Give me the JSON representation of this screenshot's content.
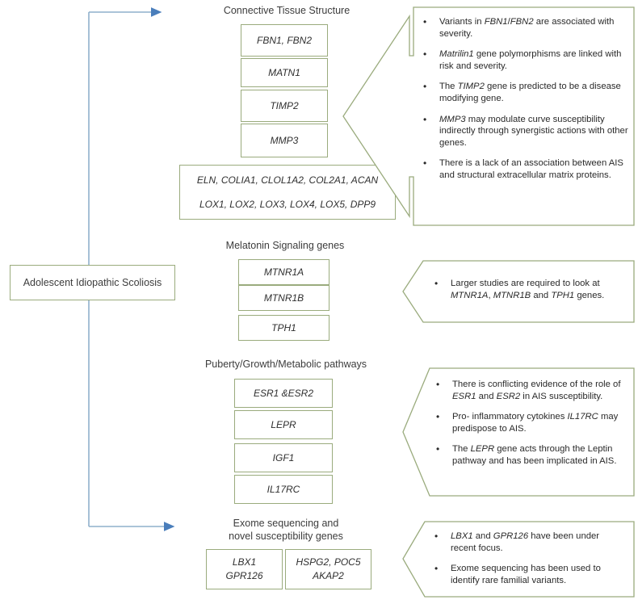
{
  "diagram": {
    "title": "Adolescent Idiopathic Scoliosis gene categories",
    "root_label": "Adolescent Idiopathic Scoliosis",
    "accent_border": "#9aab7d",
    "connector_color": "#8fb0cc",
    "arrow_color": "#4a7ebb",
    "background": "#ffffff"
  },
  "sections": [
    {
      "id": "connective-tissue",
      "heading": "Connective Tissue Structure",
      "heading_lines": [
        "Connective Tissue Structure"
      ],
      "genes": [
        {
          "lines": [
            "FBN1, FBN2"
          ]
        },
        {
          "lines": [
            "MATN1"
          ]
        },
        {
          "lines": [
            "TIMP2"
          ]
        },
        {
          "lines": [
            "MMP3"
          ]
        }
      ],
      "wide_box": {
        "lines": [
          "ELN, COLIA1, CLOL1A2, COL2A1, ACAN",
          "LOX1, LOX2, LOX3, LOX4, LOX5, DPP9"
        ]
      },
      "callout": {
        "shape": "left-arrow",
        "bullets": [
          {
            "html": "Variants in <i>FBN1</i>/<i>FBN2</i> are associated with severity."
          },
          {
            "html": "<i>Matrilin1</i> gene polymorphisms are linked with risk and severity."
          },
          {
            "html": "The <i>TIMP2</i> gene is predicted to be a disease modifying gene."
          },
          {
            "html": "<i>MMP3</i> may modulate curve susceptibility indirectly through synergistic actions with other genes."
          },
          {
            "html": "There is a lack of an association between AIS and structural extracellular matrix proteins."
          }
        ]
      }
    },
    {
      "id": "melatonin-signaling",
      "heading": "Melatonin Signaling genes",
      "heading_lines": [
        "Melatonin Signaling genes"
      ],
      "genes": [
        {
          "lines": [
            "MTNR1A"
          ]
        },
        {
          "lines": [
            "MTNR1B"
          ]
        },
        {
          "lines": [
            "TPH1"
          ]
        }
      ],
      "callout": {
        "shape": "pentagon",
        "bullets": [
          {
            "html": "Larger studies are required to look at <i>MTNR1A</i>, <i>MTNR1B</i> and <i>TPH1</i> genes."
          }
        ]
      }
    },
    {
      "id": "puberty-growth-metabolic",
      "heading": "Puberty/Growth/Metabolic pathways",
      "heading_lines": [
        "Puberty/Growth/Metabolic pathways"
      ],
      "genes": [
        {
          "lines": [
            "ESR1 &ESR2"
          ]
        },
        {
          "lines": [
            "LEPR"
          ]
        },
        {
          "lines": [
            "IGF1"
          ]
        },
        {
          "lines": [
            "IL17RC"
          ]
        }
      ],
      "callout": {
        "shape": "pentagon",
        "bullets": [
          {
            "html": "There is conflicting evidence of the role of <i>ESR1</i> and <i>ESR2</i> in AIS susceptibility."
          },
          {
            "html": "Pro- inflammatory cytokines <i>IL17RC</i> may predispose to AIS."
          },
          {
            "html": "The <i>LEPR</i> gene acts through the Leptin pathway and has been implicated in AIS."
          }
        ]
      }
    },
    {
      "id": "exome-sequencing",
      "heading": "Exome sequencing and novel susceptibility genes",
      "heading_lines": [
        "Exome sequencing and",
        "novel susceptibility genes"
      ],
      "genes": [
        {
          "lines": [
            "LBX1",
            "GPR126"
          ]
        },
        {
          "lines": [
            "HSPG2, POC5",
            "AKAP2"
          ]
        }
      ],
      "callout": {
        "shape": "pentagon",
        "bullets": [
          {
            "html": "<i>LBX1</i> and <i>GPR126</i> have been under recent focus."
          },
          {
            "html": "Exome sequencing has been used to identify rare familial variants."
          }
        ]
      }
    }
  ]
}
